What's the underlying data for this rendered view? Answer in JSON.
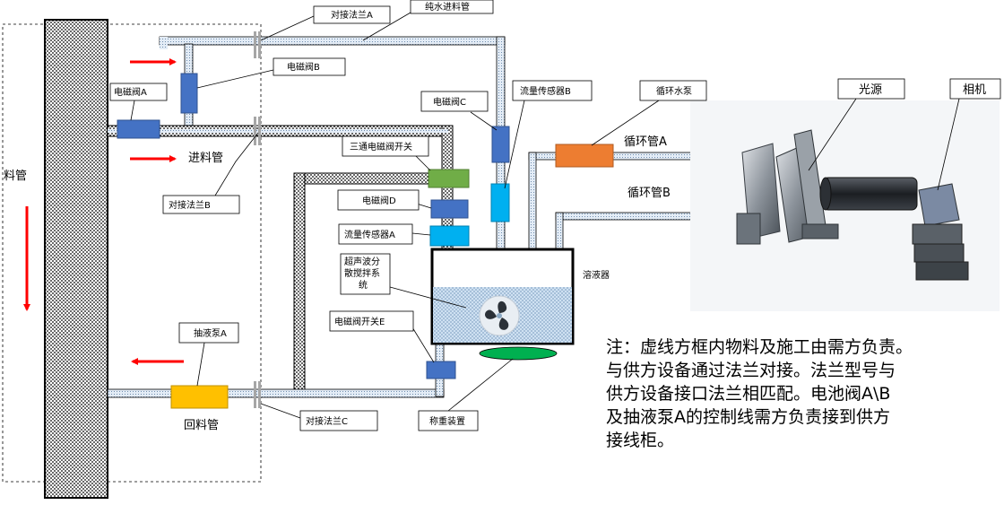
{
  "labels": {
    "flange_a": "对接法兰A",
    "pure_water_pipe": "纯水进料管",
    "valve_b": "电磁阀B",
    "valve_a": "电磁阀A",
    "feed_pipe": "进料管",
    "flange_b": "对接法兰B",
    "material_pipe": "料管",
    "valve_c": "电磁阀C",
    "flow_sensor_b": "流量传感器B",
    "circ_pump": "循环水泵",
    "light_source": "光源",
    "camera": "相机",
    "circ_pipe_a": "循环管A",
    "circ_pipe_b": "循环管B",
    "three_way_valve": "三通电磁阀开关",
    "valve_d": "电磁阀D",
    "flow_sensor_a": "流量传感器A",
    "ultrasonic_line1": "超声波分",
    "ultrasonic_line2": "散搅拌系",
    "ultrasonic_line3": "统",
    "dissolver": "溶液器",
    "valve_switch_e": "电磁阀开关E",
    "pump_a": "抽液泵A",
    "return_pipe": "回料管",
    "flange_c": "对接法兰C",
    "weighing": "称重装置"
  },
  "note": {
    "line1": "注：虚线方框内物料及施工由需方负责。",
    "line2": "与供方设备通过法兰对接。法兰型号与",
    "line3": "供方设备接口法兰相匹配。电池阀A\\B",
    "line4": "及抽液泵A的控制线需方负责接到供方",
    "line5": "接线柜。"
  },
  "colors": {
    "valve_blue": "#4472c4",
    "sensor_cyan": "#00b0f0",
    "three_way_green": "#70ad47",
    "pump_orange": "#ed7d31",
    "pump_yellow": "#ffc000",
    "arrow_red": "#ff0000",
    "scale_green": "#00b050",
    "pipe_fill": "#dbe7f3"
  }
}
